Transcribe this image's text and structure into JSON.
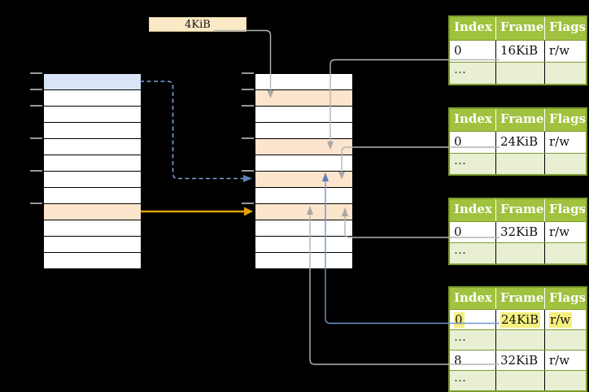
{
  "page_size_label": "4KiB",
  "left_table": {
    "role": "virtual-memory-column",
    "row_count": 12,
    "highlights": [
      {
        "row": 0,
        "color": "blue"
      },
      {
        "row": 8,
        "color": "orange"
      }
    ]
  },
  "middle_table": {
    "role": "physical-memory-column",
    "row_count": 12,
    "highlights": [
      {
        "row": 1,
        "color": "orange"
      },
      {
        "row": 4,
        "color": "orange"
      },
      {
        "row": 6,
        "color": "orange"
      },
      {
        "row": 8,
        "color": "orange"
      }
    ]
  },
  "tick_row_boundaries": [
    0,
    1,
    2,
    4,
    6,
    8
  ],
  "page_tables": [
    {
      "columns": [
        "Index",
        "Frame",
        "Flags"
      ],
      "rows": [
        {
          "type": "data",
          "cells": [
            "0",
            "16KiB",
            "r/w"
          ]
        },
        {
          "type": "dots",
          "cells": [
            "…",
            "",
            ""
          ]
        }
      ]
    },
    {
      "columns": [
        "Index",
        "Frame",
        "Flags"
      ],
      "rows": [
        {
          "type": "data",
          "cells": [
            "0",
            "24KiB",
            "r/w"
          ]
        },
        {
          "type": "dots",
          "cells": [
            "…",
            "",
            ""
          ]
        }
      ]
    },
    {
      "columns": [
        "Index",
        "Frame",
        "Flags"
      ],
      "rows": [
        {
          "type": "data",
          "cells": [
            "0",
            "32KiB",
            "r/w"
          ]
        },
        {
          "type": "dots",
          "cells": [
            "…",
            "",
            ""
          ]
        }
      ]
    },
    {
      "columns": [
        "Index",
        "Frame",
        "Flags"
      ],
      "rows": [
        {
          "type": "data",
          "highlight": true,
          "cells": [
            "0",
            "24KiB",
            "r/w"
          ]
        },
        {
          "type": "dots",
          "cells": [
            "…",
            "",
            ""
          ]
        },
        {
          "type": "data",
          "cells": [
            "8",
            "32KiB",
            "r/w"
          ]
        },
        {
          "type": "dots",
          "cells": [
            "…",
            "",
            ""
          ]
        }
      ]
    }
  ],
  "colors": {
    "header_green": "#a0c23e",
    "table_border_green": "#7d9c2e",
    "dots_row_green": "#e8efd3",
    "row_blue": "#d9e5f6",
    "row_orange": "#fce5cc",
    "label_cream": "#fbe9c6",
    "highlight_yellow": "#f5ef7d",
    "connector_gray": "#b4b4b4",
    "connector_blue": "#7295cc",
    "arrowhead_blue": "#5c7fb8",
    "dashed_blue": "#7e9fd4",
    "arrow_orange": "#e2a200"
  }
}
